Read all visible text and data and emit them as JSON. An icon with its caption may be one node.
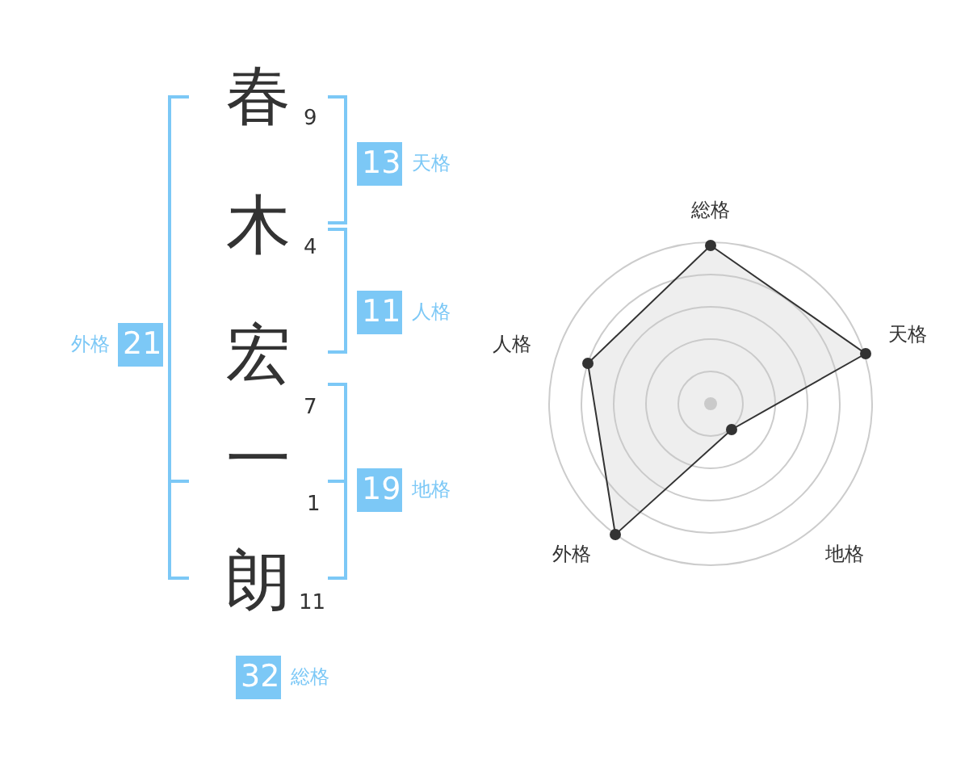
{
  "diagram": {
    "nodes": [
      {
        "text": [
          "13"
        ],
        "beside": [
          "天格"
        ]
      },
      {
        "text": [
          "11"
        ],
        "beside": [
          "人格"
        ]
      },
      {
        "text": [
          "21"
        ],
        "beside": [
          "外格"
        ]
      },
      {
        "text": [
          "19"
        ],
        "beside": [
          "地格"
        ]
      },
      {
        "text": [
          "32"
        ],
        "beside": [
          "総格"
        ]
      }
    ],
    "labels": [
      "春",
      "9",
      "木",
      "4",
      "宏",
      "7",
      "一",
      "1",
      "朗",
      "11",
      "総格",
      "人格",
      "天格",
      "外格",
      "地格"
    ]
  }
}
